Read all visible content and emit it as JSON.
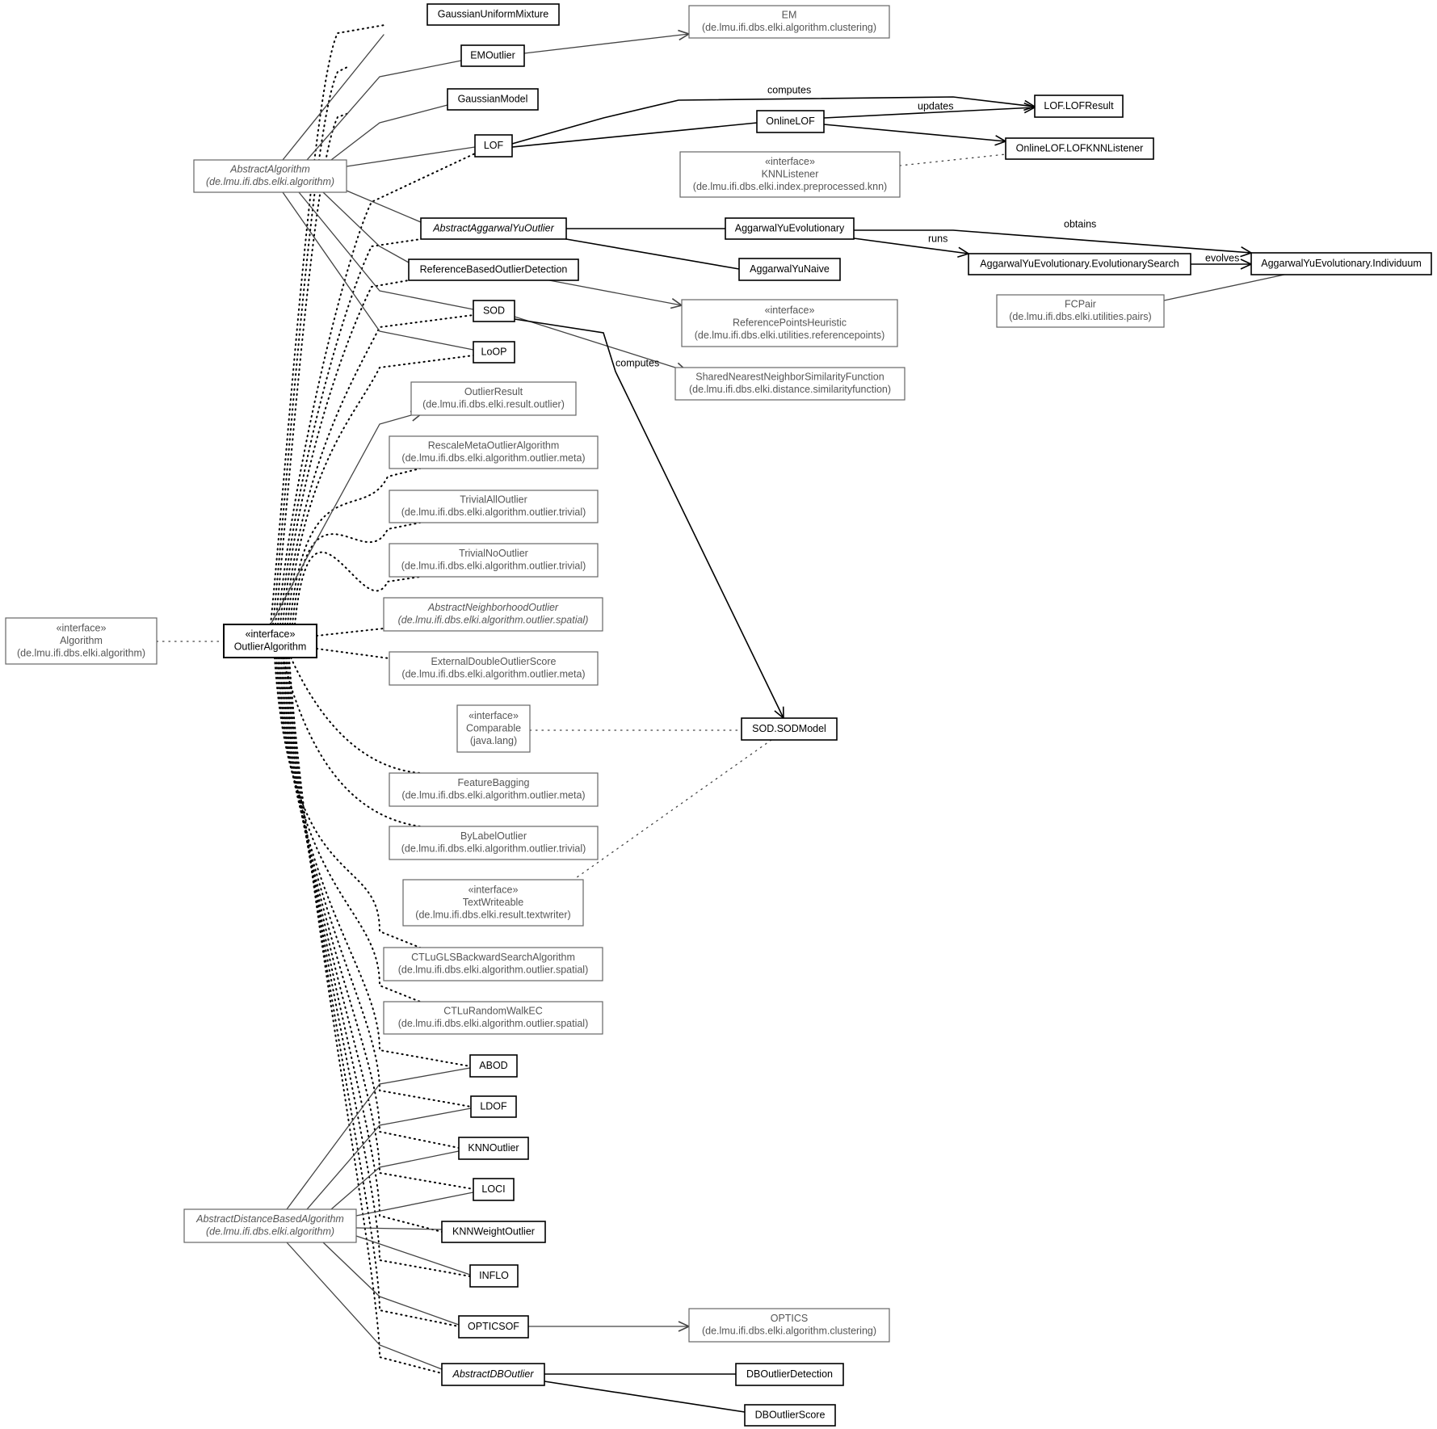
{
  "diagram": {
    "nodes": [
      {
        "id": "GaussianUniformMixture",
        "lines": [
          "GaussianUniformMixture"
        ],
        "kind": "int"
      },
      {
        "id": "EM",
        "lines": [
          "EM",
          "(de.lmu.ifi.dbs.elki.algorithm.clustering)"
        ],
        "kind": "ext"
      },
      {
        "id": "EMOutlier",
        "lines": [
          "EMOutlier"
        ],
        "kind": "int"
      },
      {
        "id": "GaussianModel",
        "lines": [
          "GaussianModel"
        ],
        "kind": "int"
      },
      {
        "id": "LOF",
        "lines": [
          "LOF"
        ],
        "kind": "int"
      },
      {
        "id": "LOFResult",
        "lines": [
          "LOF.LOFResult"
        ],
        "kind": "int"
      },
      {
        "id": "OnlineLOF",
        "lines": [
          "OnlineLOF"
        ],
        "kind": "int"
      },
      {
        "id": "LOFKNNListener",
        "lines": [
          "OnlineLOF.LOFKNNListener"
        ],
        "kind": "int"
      },
      {
        "id": "KNNListener",
        "lines": [
          "«interface»",
          "KNNListener",
          "(de.lmu.ifi.dbs.elki.index.preprocessed.knn)"
        ],
        "kind": "ext"
      },
      {
        "id": "AbstractAlgorithm",
        "lines": [
          "AbstractAlgorithm",
          "(de.lmu.ifi.dbs.elki.algorithm)"
        ],
        "kind": "ext",
        "italic": true
      },
      {
        "id": "AbstractAggarwalYuOutlier",
        "lines": [
          "AbstractAggarwalYuOutlier"
        ],
        "kind": "int",
        "italic": true
      },
      {
        "id": "AggarwalYuEvolutionary",
        "lines": [
          "AggarwalYuEvolutionary"
        ],
        "kind": "int"
      },
      {
        "id": "AggarwalYuNaive",
        "lines": [
          "AggarwalYuNaive"
        ],
        "kind": "int"
      },
      {
        "id": "EvolutionarySearch",
        "lines": [
          "AggarwalYuEvolutionary.EvolutionarySearch"
        ],
        "kind": "int"
      },
      {
        "id": "Individuum",
        "lines": [
          "AggarwalYuEvolutionary.Individuum"
        ],
        "kind": "int"
      },
      {
        "id": "FCPair",
        "lines": [
          "FCPair",
          "(de.lmu.ifi.dbs.elki.utilities.pairs)"
        ],
        "kind": "ext"
      },
      {
        "id": "ReferenceBasedOutlierDetection",
        "lines": [
          "ReferenceBasedOutlierDetection"
        ],
        "kind": "int"
      },
      {
        "id": "ReferencePointsHeuristic",
        "lines": [
          "«interface»",
          "ReferencePointsHeuristic",
          "(de.lmu.ifi.dbs.elki.utilities.referencepoints)"
        ],
        "kind": "ext"
      },
      {
        "id": "SOD",
        "lines": [
          "SOD"
        ],
        "kind": "int"
      },
      {
        "id": "SNNSimilarity",
        "lines": [
          "SharedNearestNeighborSimilarityFunction",
          "(de.lmu.ifi.dbs.elki.distance.similarityfunction)"
        ],
        "kind": "ext"
      },
      {
        "id": "LoOP",
        "lines": [
          "LoOP"
        ],
        "kind": "int"
      },
      {
        "id": "OutlierResult",
        "lines": [
          "OutlierResult",
          "(de.lmu.ifi.dbs.elki.result.outlier)"
        ],
        "kind": "ext"
      },
      {
        "id": "RescaleMeta",
        "lines": [
          "RescaleMetaOutlierAlgorithm",
          "(de.lmu.ifi.dbs.elki.algorithm.outlier.meta)"
        ],
        "kind": "ext"
      },
      {
        "id": "TrivialAll",
        "lines": [
          "TrivialAllOutlier",
          "(de.lmu.ifi.dbs.elki.algorithm.outlier.trivial)"
        ],
        "kind": "ext"
      },
      {
        "id": "TrivialNo",
        "lines": [
          "TrivialNoOutlier",
          "(de.lmu.ifi.dbs.elki.algorithm.outlier.trivial)"
        ],
        "kind": "ext"
      },
      {
        "id": "AbstractNeighborhood",
        "lines": [
          "AbstractNeighborhoodOutlier",
          "(de.lmu.ifi.dbs.elki.algorithm.outlier.spatial)"
        ],
        "kind": "ext",
        "italic": true
      },
      {
        "id": "Algorithm",
        "lines": [
          "«interface»",
          "Algorithm",
          "(de.lmu.ifi.dbs.elki.algorithm)"
        ],
        "kind": "ext"
      },
      {
        "id": "OutlierAlgorithm",
        "lines": [
          "«interface»",
          "OutlierAlgorithm"
        ],
        "kind": "int",
        "bold": true
      },
      {
        "id": "ExternalDouble",
        "lines": [
          "ExternalDoubleOutlierScore",
          "(de.lmu.ifi.dbs.elki.algorithm.outlier.meta)"
        ],
        "kind": "ext"
      },
      {
        "id": "Comparable",
        "lines": [
          "«interface»",
          "Comparable",
          "(java.lang)"
        ],
        "kind": "ext"
      },
      {
        "id": "SODModel",
        "lines": [
          "SOD.SODModel"
        ],
        "kind": "int"
      },
      {
        "id": "FeatureBagging",
        "lines": [
          "FeatureBagging",
          "(de.lmu.ifi.dbs.elki.algorithm.outlier.meta)"
        ],
        "kind": "ext"
      },
      {
        "id": "ByLabel",
        "lines": [
          "ByLabelOutlier",
          "(de.lmu.ifi.dbs.elki.algorithm.outlier.trivial)"
        ],
        "kind": "ext"
      },
      {
        "id": "TextWriteable",
        "lines": [
          "«interface»",
          "TextWriteable",
          "(de.lmu.ifi.dbs.elki.result.textwriter)"
        ],
        "kind": "ext"
      },
      {
        "id": "CTLuGLS",
        "lines": [
          "CTLuGLSBackwardSearchAlgorithm",
          "(de.lmu.ifi.dbs.elki.algorithm.outlier.spatial)"
        ],
        "kind": "ext"
      },
      {
        "id": "CTLuRandomWalk",
        "lines": [
          "CTLuRandomWalkEC",
          "(de.lmu.ifi.dbs.elki.algorithm.outlier.spatial)"
        ],
        "kind": "ext"
      },
      {
        "id": "ABOD",
        "lines": [
          "ABOD"
        ],
        "kind": "int"
      },
      {
        "id": "LDOF",
        "lines": [
          "LDOF"
        ],
        "kind": "int"
      },
      {
        "id": "KNNOutlier",
        "lines": [
          "KNNOutlier"
        ],
        "kind": "int"
      },
      {
        "id": "LOCI",
        "lines": [
          "LOCI"
        ],
        "kind": "int"
      },
      {
        "id": "AbstractDistanceBased",
        "lines": [
          "AbstractDistanceBasedAlgorithm",
          "(de.lmu.ifi.dbs.elki.algorithm)"
        ],
        "kind": "ext",
        "italic": true
      },
      {
        "id": "KNNWeightOutlier",
        "lines": [
          "KNNWeightOutlier"
        ],
        "kind": "int"
      },
      {
        "id": "INFLO",
        "lines": [
          "INFLO"
        ],
        "kind": "int"
      },
      {
        "id": "OPTICSOF",
        "lines": [
          "OPTICSOF"
        ],
        "kind": "int"
      },
      {
        "id": "OPTICS",
        "lines": [
          "OPTICS",
          "(de.lmu.ifi.dbs.elki.algorithm.clustering)"
        ],
        "kind": "ext"
      },
      {
        "id": "AbstractDBOutlier",
        "lines": [
          "AbstractDBOutlier"
        ],
        "kind": "int",
        "italic": true
      },
      {
        "id": "DBOutlierDetection",
        "lines": [
          "DBOutlierDetection"
        ],
        "kind": "int"
      },
      {
        "id": "DBOutlierScore",
        "lines": [
          "DBOutlierScore"
        ],
        "kind": "int"
      }
    ],
    "edge_labels": {
      "lof_computes": "computes",
      "onlinelof_updates": "updates",
      "evo_obtains": "obtains",
      "evo_runs": "runs",
      "search_evolves": "evolves",
      "sod_computes": "computes"
    }
  }
}
